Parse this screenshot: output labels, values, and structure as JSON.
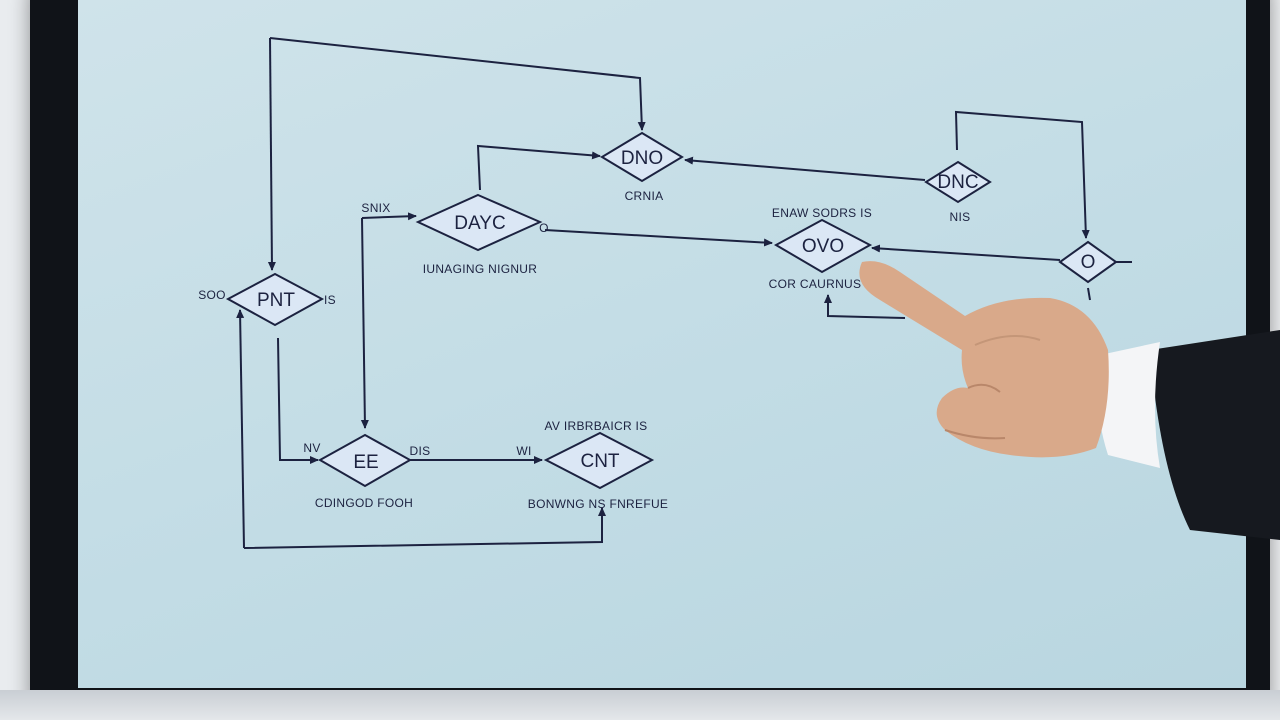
{
  "diagram": {
    "nodes": [
      {
        "id": "dno",
        "text": "DNO",
        "caption": "CRNIA"
      },
      {
        "id": "dync",
        "text": "DAYC",
        "caption": "IUNAGING NIGNUR",
        "top_label": "SNIX",
        "side_label": "O"
      },
      {
        "id": "dnc",
        "text": "DNC",
        "caption": "NIS"
      },
      {
        "id": "pnt",
        "text": "PNT",
        "left_label": "SOO",
        "right_label": "IS"
      },
      {
        "id": "ovo",
        "text": "OVO",
        "top_label": "ENAW SODRS IS",
        "caption": "COR CAURNUS"
      },
      {
        "id": "o",
        "text": "O"
      },
      {
        "id": "ee",
        "text": "EE",
        "left_label": "NV",
        "right_label": "DIS",
        "caption": "CDINGOD FOOH"
      },
      {
        "id": "cnt",
        "text": "CNT",
        "top_label": "AV IRBRBAICR IS",
        "left_label": "WI",
        "caption": "BONWNG NS FNREFUE"
      }
    ]
  },
  "colors": {
    "screen": "#c2dce5",
    "line": "#1c2240",
    "node_fill": "#dbe7f5",
    "bezel": "#101318",
    "sleeve": "#16191f",
    "skin": "#d9a98a"
  }
}
